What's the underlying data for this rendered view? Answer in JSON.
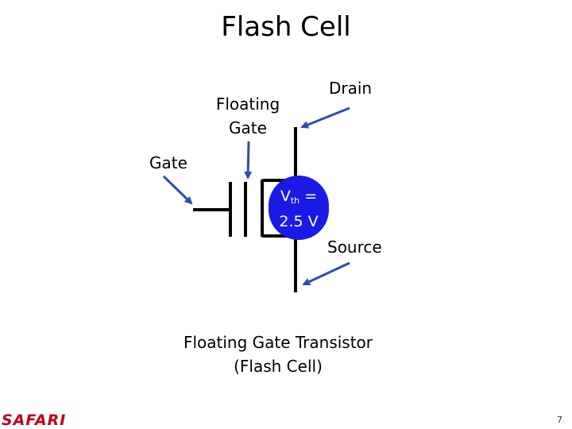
{
  "title": "Flash Cell",
  "labels": {
    "floating_gate_line1": "Floating",
    "floating_gate_line2": "Gate",
    "drain": "Drain",
    "gate": "Gate",
    "source": "Source"
  },
  "threshold": {
    "v": "V",
    "sub": "th",
    "eq": " =",
    "value": "2.5 V"
  },
  "caption": {
    "line1": "Floating Gate Transistor",
    "line2": "(Flash Cell)"
  },
  "footer": {
    "logo": "SAFARI",
    "page": "7"
  },
  "colors": {
    "accent": "#2b4db3",
    "blob": "#1a1ae6",
    "logo": "#c0001a",
    "stroke": "#000000"
  }
}
